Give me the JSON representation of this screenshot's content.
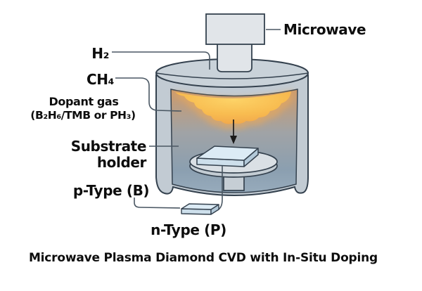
{
  "diagram": {
    "caption": "Microwave Plasma Diamond CVD with In-Situ Doping",
    "labels": {
      "microwave": "Microwave",
      "hydrogen": "H₂",
      "methane": "CH₄",
      "dopant_line1": "Dopant gas",
      "dopant_line2": "(B₂H₆/TMB or PH₃)",
      "substrate_holder_line1": "Substrate",
      "substrate_holder_line2": "holder",
      "p_type": "p-Type (B)",
      "n_type": "n-Type (P)"
    },
    "colors": {
      "chamber_wall": "#c2cbd3",
      "chamber_lid": "#c9d2d9",
      "waveguide": "#e1e5e9",
      "plasma_core_center": "#fdd367",
      "plasma_core_edge": "#f2a94b",
      "plasma_glow": "#e8a95c",
      "interior_top": "#cd9a6b",
      "interior_mid": "#a0a3a6",
      "interior_bottom": "#97abbc",
      "holder_disc": "#dae0e5",
      "holder_disc_rim": "#c3ccd3",
      "pedestal": "#c6ced5",
      "substrate_top": "#dcebf5",
      "substrate_front": "#cddfeb",
      "substrate_side": "#b3c9d9",
      "outline": "#34414e",
      "text": "#0d0d0d"
    }
  }
}
